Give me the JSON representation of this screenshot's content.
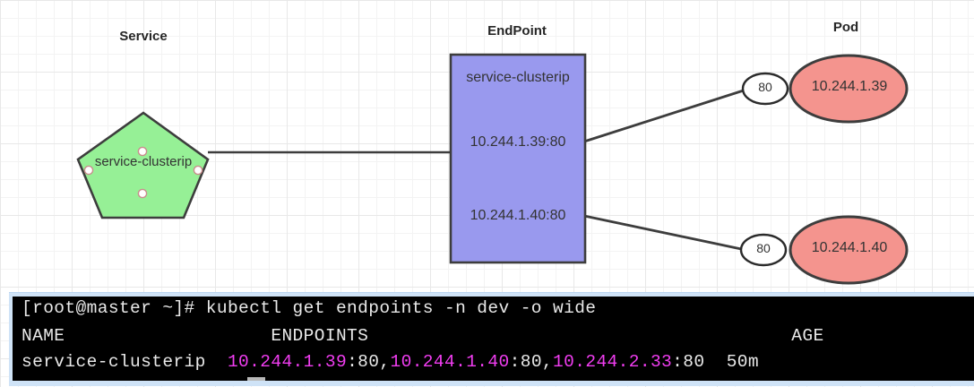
{
  "canvas": {
    "grid": true,
    "bg_color": "#ffffff",
    "grid_minor_color": "#f3f3f3",
    "grid_major_color": "#e8e8e8"
  },
  "diagram": {
    "titles": {
      "service": "Service",
      "endpoint": "EndPoint",
      "pod": "Pod"
    },
    "service_shape": {
      "type": "pentagon",
      "label": "service-clusterip",
      "fill": "#96f096",
      "stroke": "#3d3d3d",
      "connection_dots": 4
    },
    "endpoint_shape": {
      "type": "rectangle",
      "fill": "#9999ee",
      "stroke": "#3d3d3d",
      "name": "service-clusterip",
      "entries": [
        "10.244.1.39:80",
        "10.244.1.40:80"
      ]
    },
    "pods": [
      {
        "ip": "10.244.1.39",
        "port": "80",
        "fill": "#f4948e",
        "stroke": "#3d3d3d"
      },
      {
        "ip": "10.244.1.40",
        "port": "80",
        "fill": "#f4948e",
        "stroke": "#3d3d3d"
      }
    ],
    "connector_color": "#3d3d3d"
  },
  "terminal": {
    "bg_color": "#000000",
    "fg_color": "#e9e9e9",
    "ip_color": "#f13df1",
    "selection_color": "#cfe3f7",
    "prompt": "[root@master ~]# ",
    "command": "kubectl get endpoints -n dev -o wide",
    "header": "NAME                   ENDPOINTS                                       AGE",
    "row": {
      "name": "service-clusterip  ",
      "endpoints": [
        {
          "ip": "10.244.1.39",
          "port": ":80"
        },
        {
          "ip": "10.244.1.40",
          "port": ":80"
        },
        {
          "ip": "10.244.2.33",
          "port": ":80"
        }
      ],
      "separator": ",",
      "age_gap": "  ",
      "age": "50m"
    }
  }
}
